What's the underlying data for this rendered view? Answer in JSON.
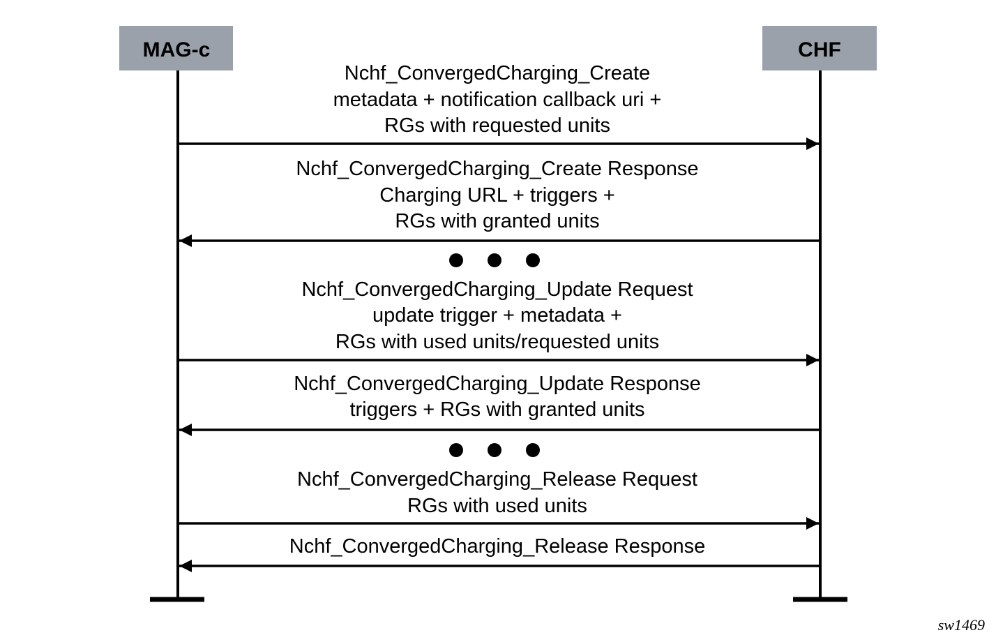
{
  "participants": {
    "left": {
      "label": "MAG-c"
    },
    "right": {
      "label": "CHF"
    }
  },
  "messages": [
    {
      "direction": "right",
      "lines": [
        "Nchf_ConvergedCharging_Create",
        "metadata + notification callback uri +",
        "RGs with requested units"
      ]
    },
    {
      "direction": "left",
      "lines": [
        "Nchf_ConvergedCharging_Create Response",
        "Charging URL + triggers +",
        "RGs with granted units"
      ]
    },
    {
      "direction": "right",
      "lines": [
        "Nchf_ConvergedCharging_Update Request",
        "update trigger + metadata +",
        "RGs with used units/requested units"
      ]
    },
    {
      "direction": "left",
      "lines": [
        "Nchf_ConvergedCharging_Update Response",
        "triggers + RGs with granted units"
      ]
    },
    {
      "direction": "right",
      "lines": [
        "Nchf_ConvergedCharging_Release Request",
        "RGs with used units"
      ]
    },
    {
      "direction": "left",
      "lines": [
        "Nchf_ConvergedCharging_Release Response"
      ]
    }
  ],
  "reference": "sw1469",
  "colors": {
    "box_fill": "#9aa1ab",
    "line": "#000000"
  }
}
